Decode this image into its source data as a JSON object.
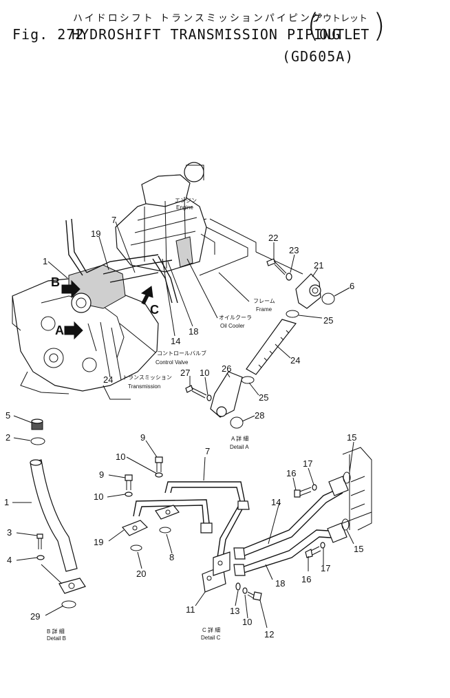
{
  "header": {
    "jp_title": "ハイドロシフト トランスミッションパイピング",
    "fig_label": "Fig. 272",
    "title": "HYDROSHIFT TRANSMISSION PIPING",
    "paren_jp": "アウトレット",
    "paren_en": "OUTLET",
    "model": "(GD605A)"
  },
  "labels": {
    "engine_jp": "エンジン",
    "engine_en": "Engine",
    "frame_jp": "フレーム",
    "frame_en": "Frame",
    "oil_cooler_jp": "オイルクーラ",
    "oil_cooler_en": "Oil Cooler",
    "control_valve_jp": "コントロールバルブ",
    "control_valve_en": "Control Valve",
    "transmission_jp": "トランスミッション",
    "transmission_en": "Transmission",
    "view_a": "A",
    "view_b": "B",
    "view_c": "C"
  },
  "details": {
    "a": {
      "jp": "A 詳 細",
      "en": "Detail A"
    },
    "b": {
      "jp": "B 詳 細",
      "en": "Detail B"
    },
    "c": {
      "jp": "C 詳 細",
      "en": "Detail C"
    }
  },
  "callouts": {
    "main": [
      "1",
      "7",
      "19",
      "24",
      "14",
      "18"
    ],
    "detail_a": [
      "22",
      "23",
      "21",
      "6",
      "25",
      "24",
      "27",
      "10",
      "26",
      "25",
      "28"
    ],
    "detail_b": [
      "5",
      "2",
      "1",
      "3",
      "4",
      "29"
    ],
    "detail_c": [
      "9",
      "10",
      "7",
      "9",
      "10",
      "19",
      "20",
      "8",
      "11",
      "13",
      "10",
      "12",
      "18",
      "14",
      "16",
      "17",
      "15",
      "15",
      "17",
      "16"
    ]
  }
}
